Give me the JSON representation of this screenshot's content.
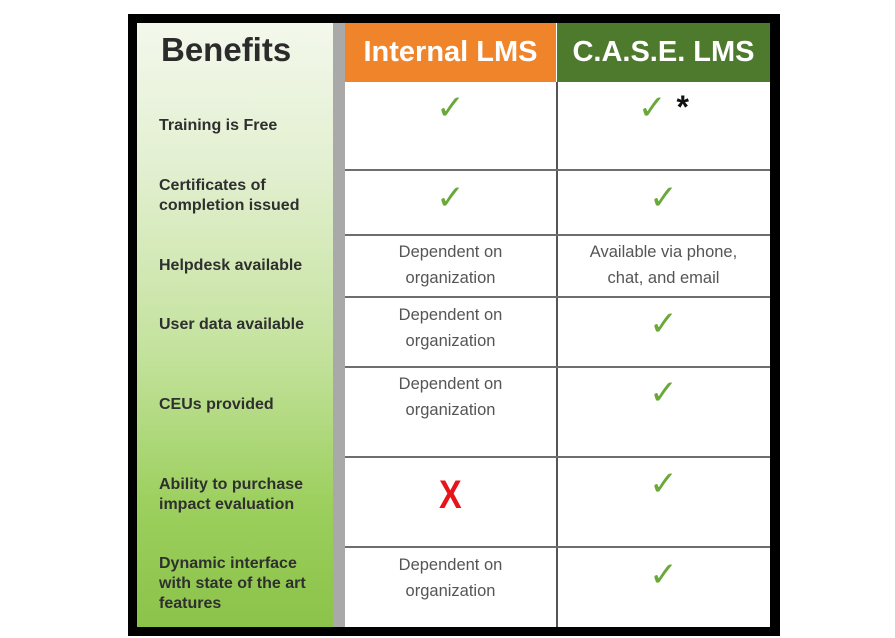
{
  "header": {
    "benefits": "Benefits",
    "internal": "Internal LMS",
    "case": "C.A.S.E. LMS"
  },
  "colors": {
    "internal_header": "#f0842a",
    "case_header": "#4e7a2e",
    "check": "#6aa83a",
    "cross": "#e8141b"
  },
  "rows": [
    {
      "label": "Training is Free",
      "internal": "check",
      "case": "check",
      "case_note": "*"
    },
    {
      "label": "Certificates of completion issued",
      "internal": "check",
      "case": "check"
    },
    {
      "label": "Helpdesk available",
      "internal": "Dependent on organization",
      "case": "Available via phone, chat, and email"
    },
    {
      "label": "User data available",
      "internal": "Dependent on organization",
      "case": "check"
    },
    {
      "label": "CEUs provided",
      "internal": "Dependent on organization",
      "case": "check"
    },
    {
      "label": "Ability to purchase impact evaluation",
      "internal": "cross",
      "case": "check"
    },
    {
      "label": "Dynamic interface with state of the art features",
      "internal": "Dependent on organization",
      "case": "check"
    }
  ],
  "glyphs": {
    "check": "✓",
    "cross": "X",
    "asterisk": "*"
  },
  "text": {
    "dep1": "Dependent on",
    "dep2": "organization",
    "avail1": "Available via phone,",
    "avail2": "chat, and email",
    "label_cert_1": "Certificates of",
    "label_cert_2": "completion issued",
    "label_impact_1": "Ability to purchase",
    "label_impact_2": "impact evaluation",
    "label_dyn_1": "Dynamic interface",
    "label_dyn_2": "with state of the art",
    "label_dyn_3": "features"
  }
}
